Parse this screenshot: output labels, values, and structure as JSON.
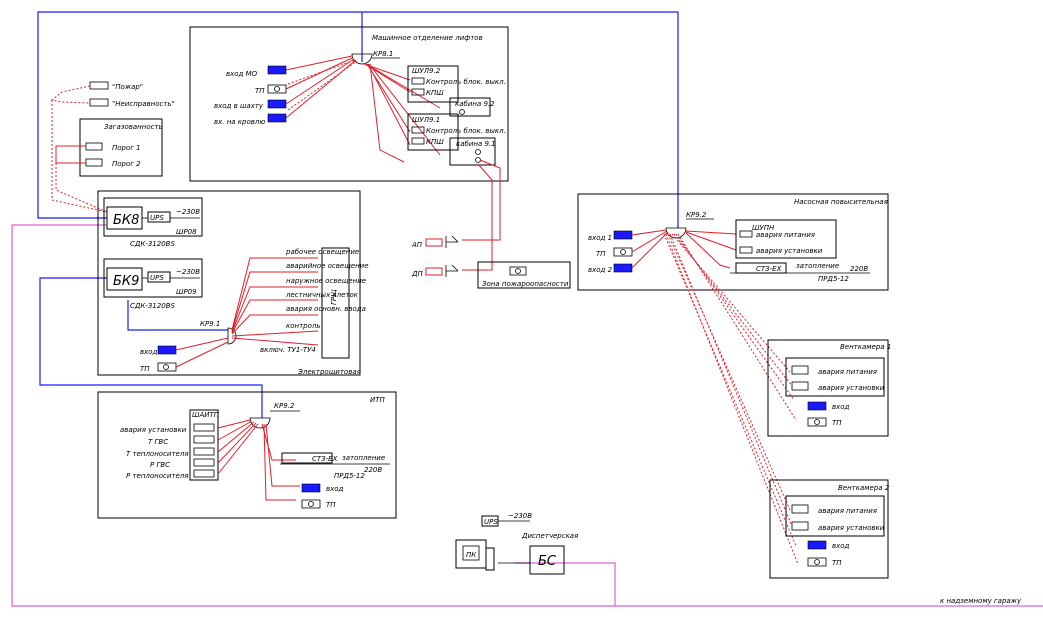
{
  "colors": {
    "trunk_blue": "#1a1aff",
    "cable_red": "#e0202a",
    "pink_line": "#e060d0"
  },
  "top_room": {
    "title": "Машинное отделение лифтов",
    "kr": "КР8.1",
    "in_mo": "вход МО",
    "tp1": "ТП",
    "in_shaft": "вход в шахту",
    "in_cabin": "вх. на кровлю",
    "shu92": "ШУЛ9.2",
    "ctrl_a": "Контроль блок. выкл.",
    "kpsh_a": "КПШ",
    "cab92": "кабина 9.2",
    "shu91": "ШУЛ9.1",
    "ctrl_b": "Контроль блок. выкл.",
    "kpsh_b": "КПШ",
    "cab91": "кабина 9.1"
  },
  "fire": {
    "p1": "\"Пожар\"",
    "p2": "\"Неисправность\""
  },
  "gas": {
    "title": "Загазованность",
    "th1": "Порог 1",
    "th2": "Порог 2"
  },
  "electro": {
    "bk8": "БК8",
    "bk9": "БК9",
    "ups": "UPS",
    "v": "~230В",
    "shr8": "ШР08",
    "shr9": "ШР09",
    "sdk8": "СДК-3120ВS",
    "sdk9": "СДК-3120ВS",
    "kr": "КР9.1",
    "in": "вход",
    "tp": "ТП",
    "title": "Электрощитовая",
    "grsh": "ГРЩ",
    "labels": [
      "рабочее освещение",
      "аварийное освещение",
      "наружное освещение",
      "лестничных клеток",
      "авария основн. ввода",
      "контроль",
      "включ. ТУ1-ТУ4"
    ]
  },
  "pump": {
    "title": "Насосная повысительная",
    "kr": "КР9.2",
    "in1": "вход 1",
    "tp1": "ТП",
    "in2": "вход 2",
    "shupn": "ШУПН",
    "fail_pow": "авария питания",
    "fail_unit": "авария установки",
    "sts": "СТЗ-ЕХ",
    "flood": "затопление",
    "v": "220В",
    "cab": "ПРД5-12"
  },
  "ap": "АП",
  "dp": "ДП",
  "zone": "Зона пожароопасности",
  "vent1": {
    "title": "Венткамера 1",
    "fail_pow": "авария питания",
    "fail_unit": "авария установки",
    "in": "вход",
    "tp": "ТП"
  },
  "vent2": {
    "title": "Венткамера 2",
    "fail_pow": "авария питания",
    "fail_unit": "авария установки",
    "in": "вход",
    "tp": "ТП"
  },
  "itp": {
    "title": "ИТП",
    "kr": "КР9.2",
    "shaitp": "ШАИТП",
    "labels": [
      "авария установки",
      "Т ГВС",
      "Т теплоносителя",
      "Р ГВС",
      "Р теплоносителя"
    ],
    "sts": "СТЗ-ЕХ",
    "flood": "затопление",
    "v": "220В",
    "cab": "ПРД5-12",
    "in": "вход",
    "tp": "ТП"
  },
  "disp": {
    "title": "Диспетчерская",
    "ups": "UPS",
    "v": "~230В",
    "pk": "ПК",
    "bs": "БС"
  },
  "footer": "к надземному гаражу"
}
